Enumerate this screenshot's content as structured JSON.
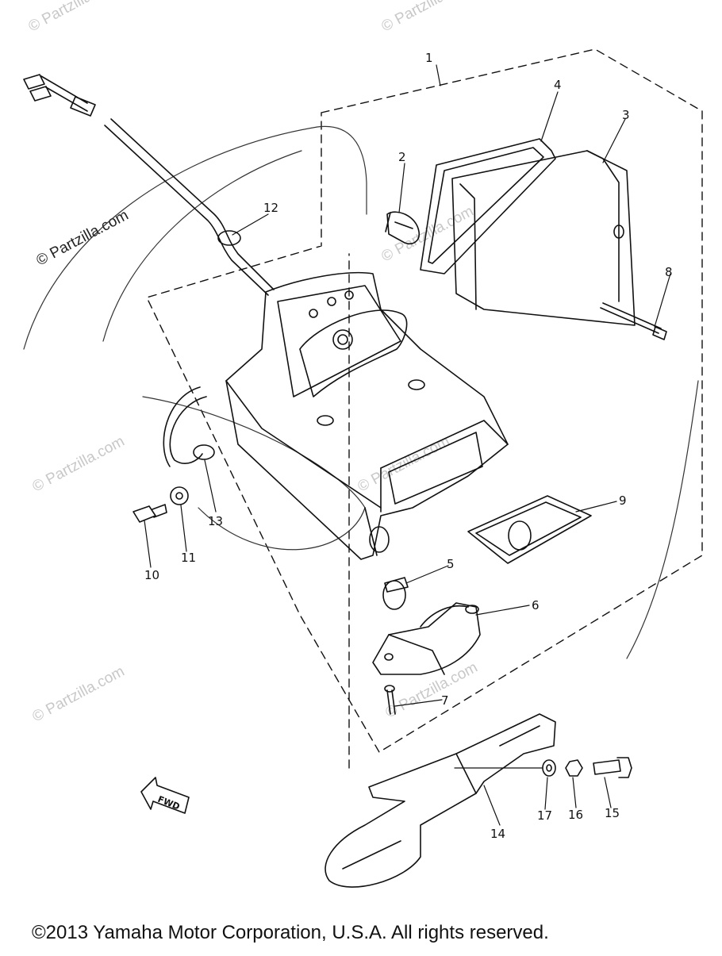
{
  "watermark": {
    "text": "© Partzilla.com"
  },
  "copyright": "©2013  Yamaha Motor Corporation, U.S.A. All rights reserved.",
  "fwd_label": "FWD",
  "callouts": {
    "c1": "1",
    "c2": "2",
    "c3": "3",
    "c4": "4",
    "c5": "5",
    "c6": "6",
    "c7": "7",
    "c8": "8",
    "c9": "9",
    "c10": "10",
    "c11": "11",
    "c12": "12",
    "c13": "13",
    "c14": "14",
    "c15": "15",
    "c16": "16",
    "c17": "17"
  }
}
